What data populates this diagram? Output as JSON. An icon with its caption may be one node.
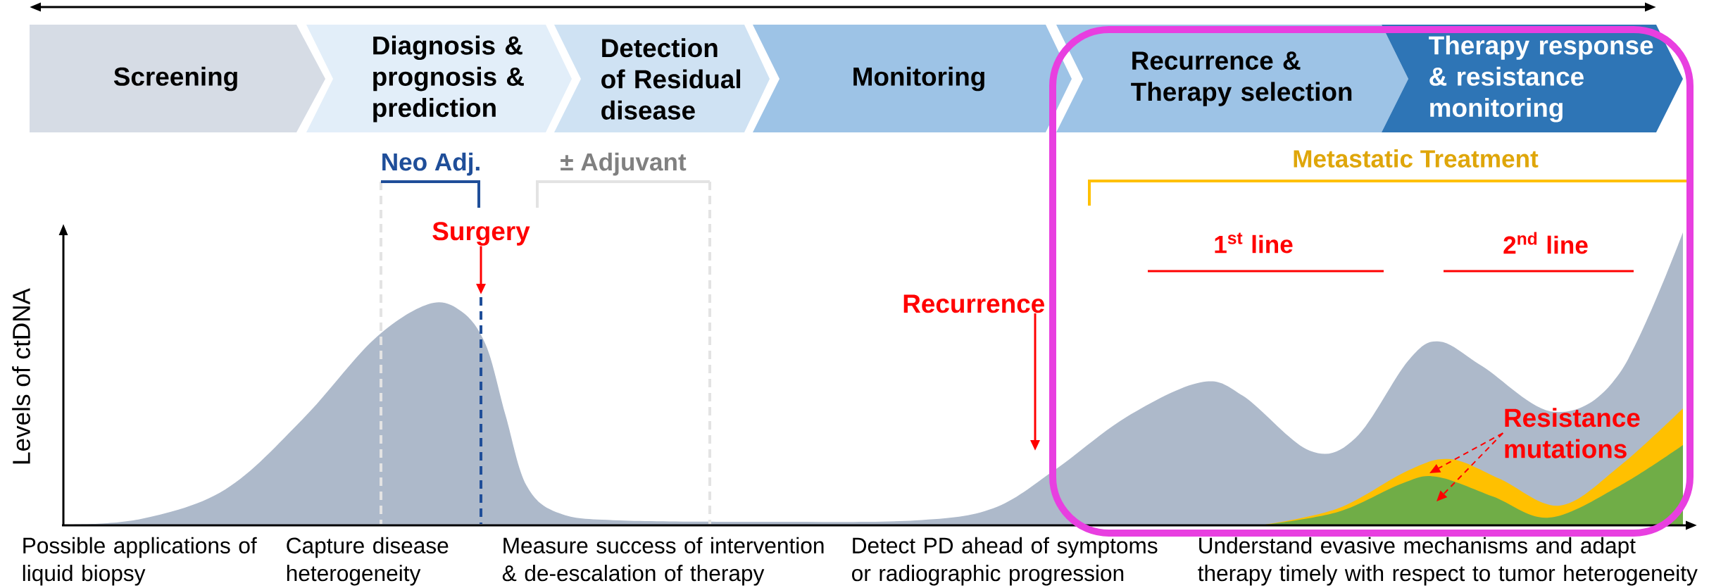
{
  "diagram": {
    "nodes": [
      {
        "text": [
          "Screening"
        ]
      },
      {
        "text": [
          "Diagnosis & prognosis & prediction"
        ]
      },
      {
        "text": [
          "Detection of Residual disease"
        ]
      },
      {
        "text": [
          "Monitoring"
        ]
      },
      {
        "text": [
          "Recurrence & Therapy selection"
        ]
      },
      {
        "text": [
          "Therapy response & resistance monitoring"
        ]
      },
      {
        "text": [
          "Surgery"
        ]
      },
      {
        "text": [
          "Recurrence"
        ]
      },
      {
        "text": [
          "Resistance mutations"
        ]
      }
    ],
    "edges": [
      {
        "from": 6,
        "to": null,
        "arrow": "to"
      },
      {
        "from": 7,
        "to": null,
        "arrow": "to"
      },
      {
        "from": 8,
        "to": null,
        "arrow": "to",
        "style": "dashed"
      },
      {
        "from": 8,
        "to": null,
        "arrow": "to",
        "style": "dashed"
      }
    ],
    "labels": [
      "Neo Adj.",
      "± Adjuvant",
      "Metastatic Treatment",
      "1$^{st}$ line",
      "2$^{nd}$ line",
      "Levels of ctDNA",
      "Possible applications of liquid biopsy",
      "Capture disease heterogeneity",
      "Measure success of intervention & de-escalation of therapy",
      "Detect PD ahead of symptoms or radiographic progression",
      "Understand evasive mechanisms and adapt therapy timely with respect to tumor heterogeneity"
    ]
  }
}
